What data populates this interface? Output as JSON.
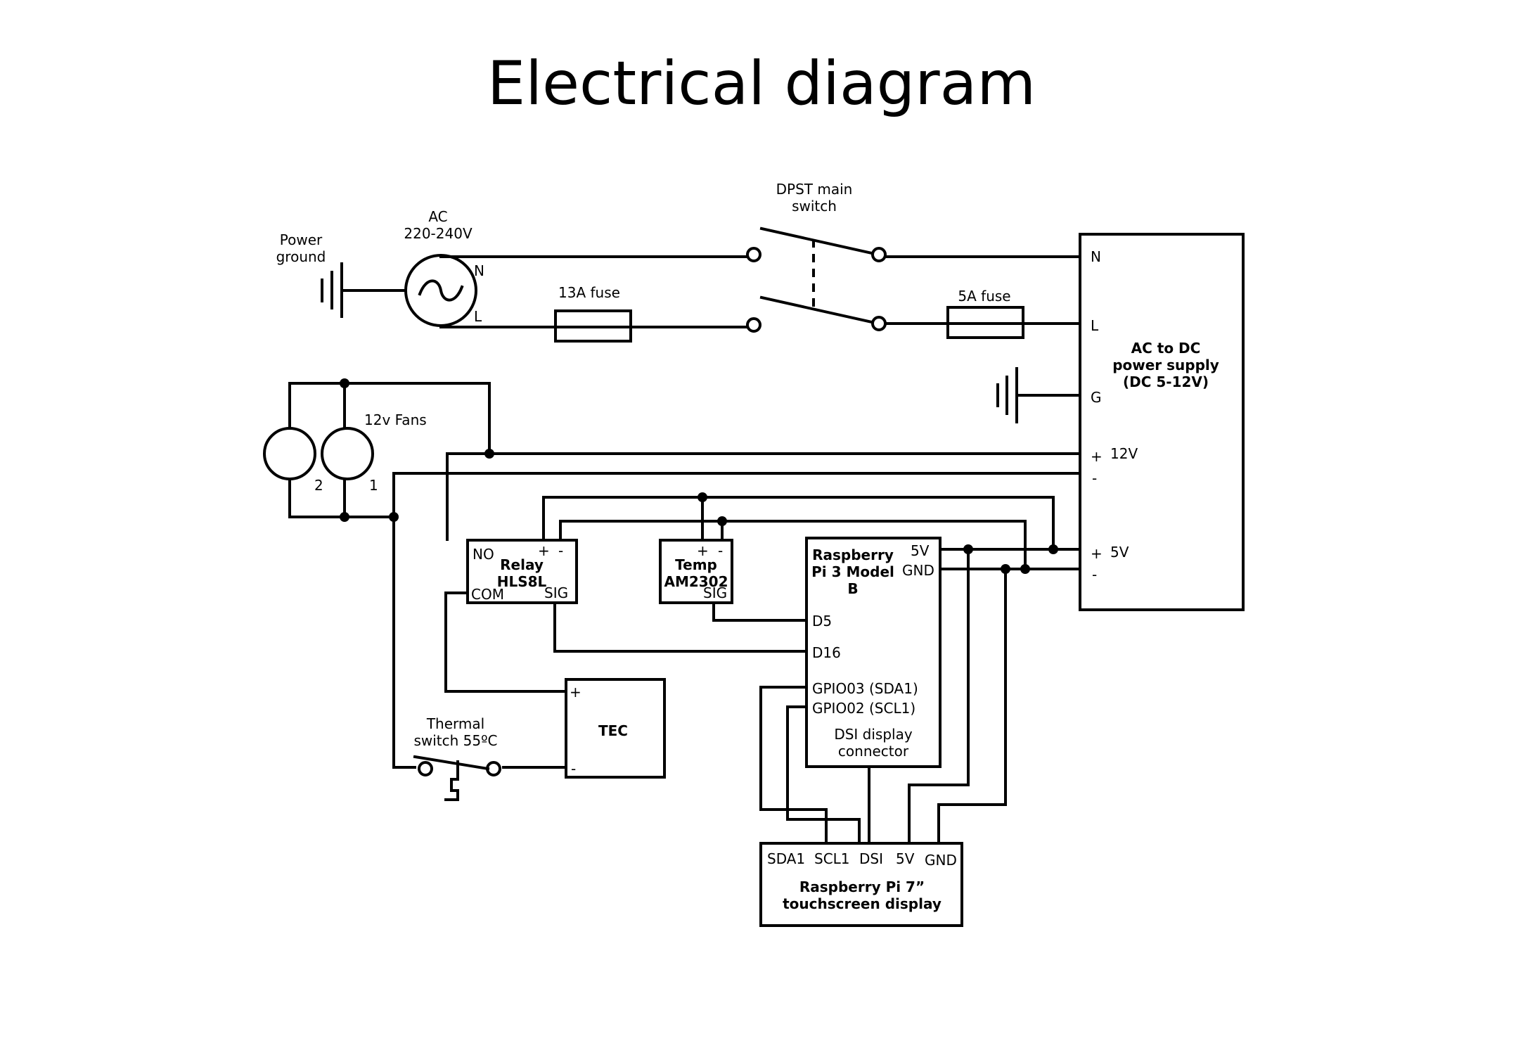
{
  "title": "Electrical diagram",
  "labels": {
    "power_ground": [
      "Power",
      "ground"
    ],
    "ac_source": [
      "AC",
      "220-240V"
    ],
    "ac_n": "N",
    "ac_l": "L",
    "fuse_13a": "13A fuse",
    "fuse_5a": "5A fuse",
    "dpst": [
      "DPST main",
      "switch"
    ],
    "fans": "12v Fans",
    "fan_2": "2",
    "fan_1": "1",
    "thermal_switch": [
      "Thermal",
      "switch 55ºC"
    ]
  },
  "psu": {
    "name": [
      "AC to DC",
      "power supply",
      "(DC 5-12V)"
    ],
    "pins": {
      "n": "N",
      "l": "L",
      "g": "G",
      "plus12": "+",
      "v12": "12V",
      "minus12": "-",
      "plus5": "+",
      "v5": "5V",
      "minus5": "-"
    }
  },
  "relay": {
    "name": [
      "Relay",
      "HLS8L"
    ],
    "pins": {
      "no": "NO",
      "com": "COM",
      "plus": "+",
      "minus": "-",
      "sig": "SIG"
    }
  },
  "temp": {
    "name": [
      "Temp",
      "AM2302"
    ],
    "pins": {
      "plus": "+",
      "minus": "-",
      "sig": "SIG"
    }
  },
  "rpi": {
    "name": [
      "Raspberry",
      "Pi 3 Model",
      "B"
    ],
    "pins": {
      "v5": "5V",
      "gnd": "GND",
      "d5": "D5",
      "d16": "D16",
      "gpio03": "GPIO03 (SDA1)",
      "gpio02": "GPIO02 (SCL1)"
    },
    "dsi": [
      "DSI display",
      "connector"
    ]
  },
  "tec": {
    "name": "TEC",
    "pins": {
      "plus": "+",
      "minus": "-"
    }
  },
  "display": {
    "name": [
      "Raspberry Pi 7”",
      "touchscreen display"
    ],
    "pins": {
      "sda1": "SDA1",
      "scl1": "SCL1",
      "dsi": "DSI",
      "v5": "5V",
      "gnd": "GND"
    }
  }
}
